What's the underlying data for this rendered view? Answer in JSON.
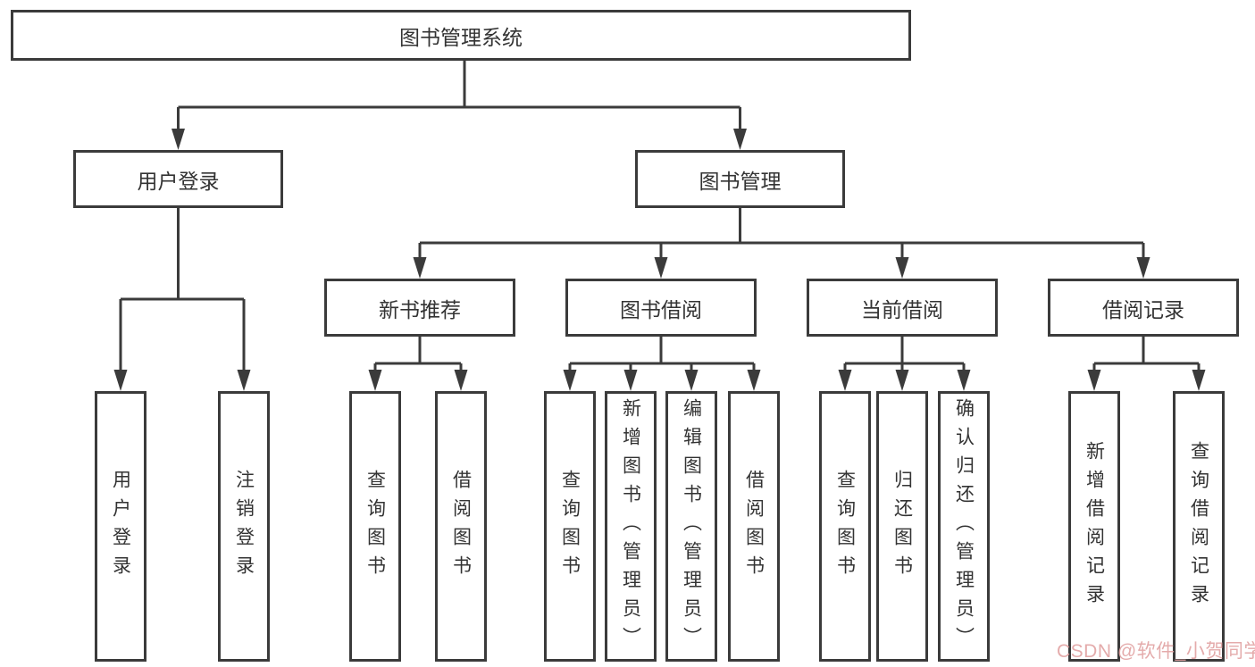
{
  "colors": {
    "line": "#3b3b3b",
    "text": "#333333",
    "background": "#ffffff",
    "watermark": "#e2a3a3"
  },
  "tree": {
    "root": {
      "label": "图书管理系统",
      "children": [
        {
          "label": "用户登录",
          "children": [
            {
              "label": "用户登录"
            },
            {
              "label": "注销登录"
            }
          ]
        },
        {
          "label": "图书管理",
          "children": [
            {
              "label": "新书推荐",
              "children": [
                {
                  "label": "查询图书"
                },
                {
                  "label": "借阅图书"
                }
              ]
            },
            {
              "label": "图书借阅",
              "children": [
                {
                  "label": "查询图书"
                },
                {
                  "label": "新增图书（管理员）"
                },
                {
                  "label": "编辑图书（管理员）"
                },
                {
                  "label": "借阅图书"
                }
              ]
            },
            {
              "label": "当前借阅",
              "children": [
                {
                  "label": "查询图书"
                },
                {
                  "label": "归还图书"
                },
                {
                  "label": "确认归还（管理员）"
                }
              ]
            },
            {
              "label": "借阅记录",
              "children": [
                {
                  "label": "新增借阅记录"
                },
                {
                  "label": "查询借阅记录"
                }
              ]
            }
          ]
        }
      ]
    }
  },
  "watermark": {
    "text": "CSDN @软件_小贺同学"
  }
}
